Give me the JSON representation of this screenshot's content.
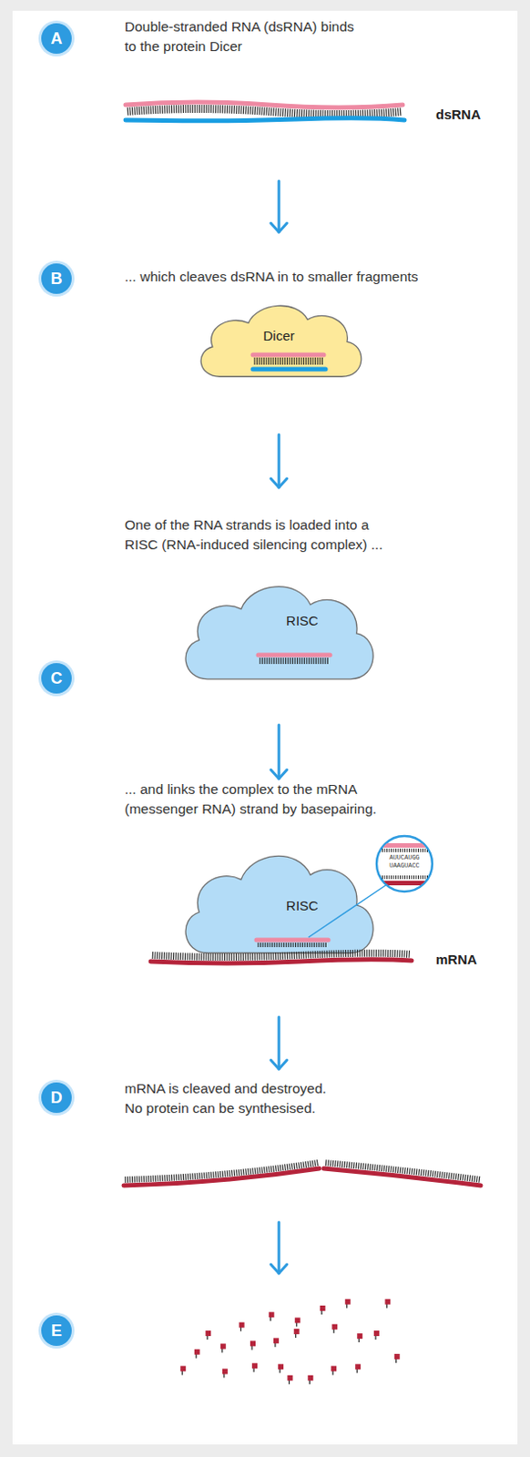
{
  "diagram": {
    "nodes": [
      {
        "text": [
          "A"
        ]
      },
      {
        "text": [
          "B"
        ]
      },
      {
        "text": [
          "Dicer"
        ]
      },
      {
        "text": [
          "RISC"
        ]
      },
      {
        "text": [
          "C"
        ]
      },
      {
        "text": [
          "RISC"
        ]
      },
      {
        "text": [
          "D"
        ]
      },
      {
        "text": [
          "E"
        ]
      }
    ],
    "labels": [
      "Double-stranded RNA (dsRNA) binds to the protein Dicer",
      "dsRNA",
      "... which cleaves dsRNA in to smaller fragments",
      "One of the RNA strands is loaded into a RISC (RNA-induced silencing complex) ...",
      "... and links the complex to the mRNA (messenger RNA) strand by basepairing.",
      "AUUCAUGG",
      "UAAGUACC",
      "mRNA",
      "mRNA is cleaved and destroyed. No protein can be synthesised."
    ]
  }
}
